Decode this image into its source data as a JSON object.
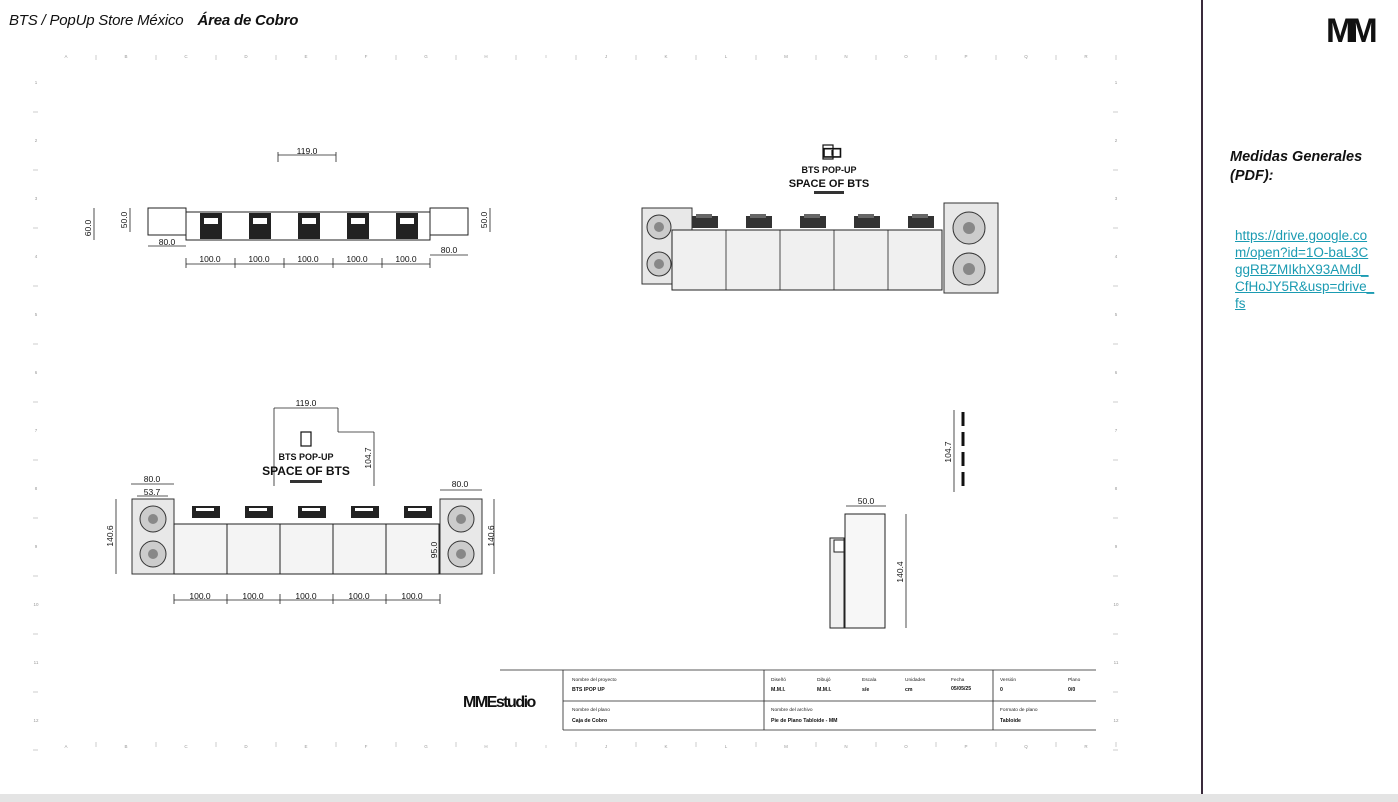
{
  "header": {
    "project": "BTS / PopUp Store México",
    "section": "Área de Cobro"
  },
  "sidebar": {
    "logo": "MM",
    "title": "Medidas Generales (PDF):",
    "link": "https://drive.google.com/open?id=1O-baL3CggRBZMIkhX93AMdl_CfHoJY5R&usp=drive_fs"
  },
  "drawing": {
    "plan_dims": {
      "top": "119.0",
      "left_depth": "60.0",
      "left_inner": "50.0",
      "right_inner": "50.0",
      "left_side": "80.0",
      "right_side": "80.0",
      "unit": "100.0"
    },
    "elevation_dims": {
      "top": "119.0",
      "sign_h": "104.7",
      "left_w": "80.0",
      "left_inner": "53.7",
      "right_w": "80.0",
      "left_h": "140.6",
      "right_h": "140.6",
      "inner_h": "95.0",
      "unit": "100.0"
    },
    "side_dims": {
      "w": "50.0",
      "h": "140.4",
      "sign_h": "104.7"
    },
    "sign_line1": "BTS POP-UP",
    "sign_line2": "SPACE OF BTS",
    "studio_logo": "MMEstudio"
  },
  "title_block": {
    "project_label": "Nombre del proyecto",
    "project_value": "BTS IPOP UP",
    "design_label": "Diseñó",
    "design_value": "M.M.I.",
    "drawn_label": "Dibujó",
    "drawn_value": "M.M.I.",
    "scale_label": "Escala",
    "scale_value": "s/e",
    "units_label": "Unidades",
    "units_value": "cm",
    "date_label": "Fecha",
    "date_value": "05/05/25",
    "version_label": "Versión",
    "version_value": "0",
    "sheet_label": "Plano",
    "sheet_value": "0/0",
    "plan_name_label": "Nombre del plano",
    "plan_name_value": "Caja de Cobro",
    "file_label": "Nombre del archivo",
    "file_value": "Pie de Plano Tabloide - MM",
    "format_label": "Formato de plano",
    "format_value": "Tabloide"
  }
}
